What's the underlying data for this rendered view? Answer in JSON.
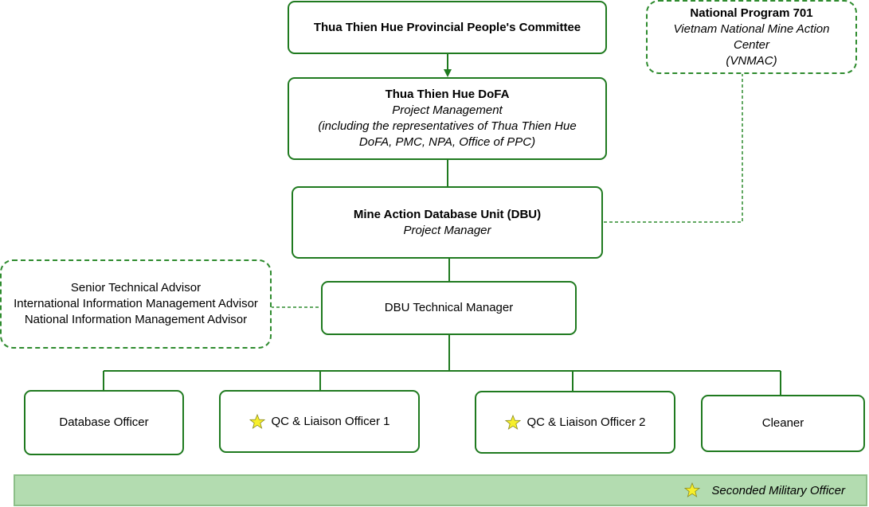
{
  "nodes": {
    "ppc": {
      "title": "Thua Thien Hue Provincial People's Committee"
    },
    "dofa": {
      "title": "Thua Thien Hue DoFA",
      "subtitle": "Project Management",
      "note_line1": "(including the representatives of Thua Thien Hue",
      "note_line2": "DoFA, PMC, NPA, Office of PPC)"
    },
    "program": {
      "title": "National Program 701",
      "line1": "Vietnam National Mine Action",
      "line2": "Center",
      "line3": "(VNMAC)"
    },
    "dbu": {
      "title": "Mine Action Database Unit (DBU)",
      "subtitle": "Project Manager"
    },
    "advisors": {
      "line1": "Senior Technical Advisor",
      "line2": "International Information Management Advisor",
      "line3": "National Information Management Advisor"
    },
    "tech_manager": {
      "label": "DBU Technical Manager"
    },
    "staff": [
      {
        "label": "Database Officer",
        "seconded": false
      },
      {
        "label": "QC & Liaison Officer 1",
        "seconded": true
      },
      {
        "label": "QC & Liaison Officer 2",
        "seconded": true
      },
      {
        "label": "Cleaner",
        "seconded": false
      }
    ]
  },
  "legend": {
    "label": "Seconded Military Officer",
    "icon": "star-icon"
  },
  "colors": {
    "border": "#1f7a1f",
    "dashed_border": "#2e8b2e",
    "legend_bg": "#b3dcb0",
    "star_fill": "#f7ef2a"
  }
}
